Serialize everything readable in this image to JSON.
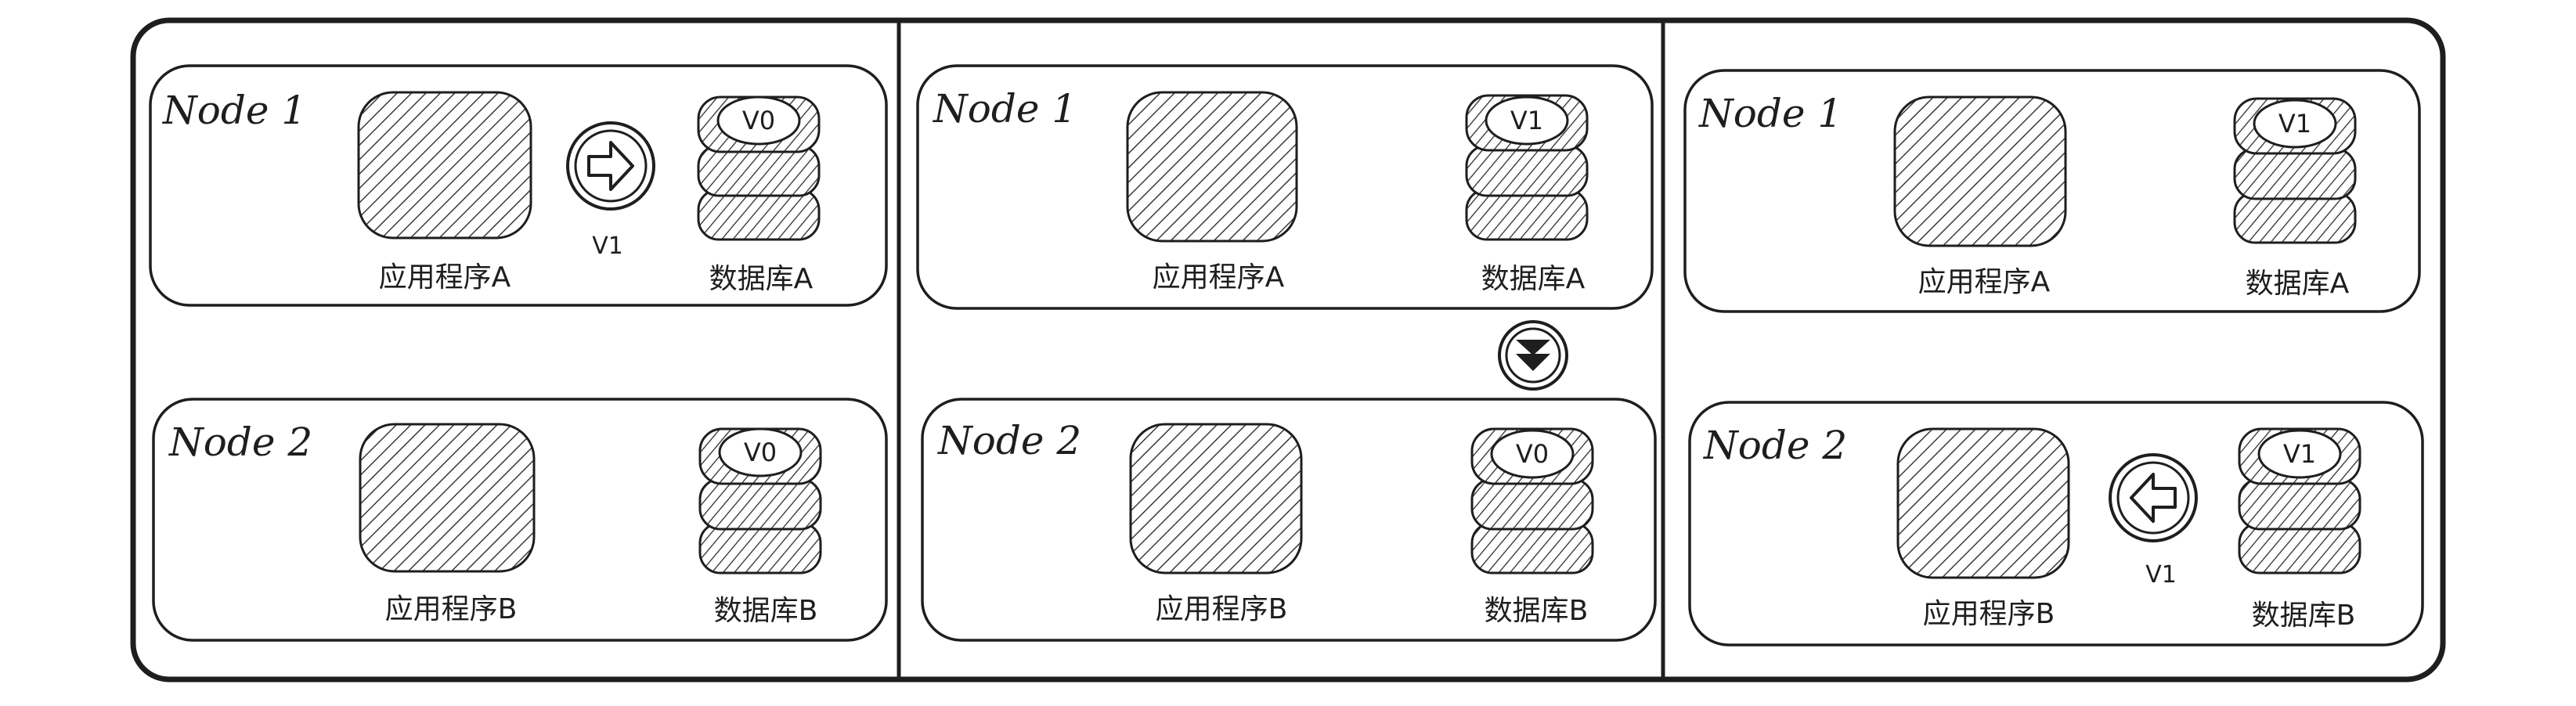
{
  "panels": [
    {
      "node1": {
        "label": "Node 1",
        "app": "应用程序A",
        "db": "数据库A",
        "db_version": "V0"
      },
      "node2": {
        "label": "Node 2",
        "app": "应用程序B",
        "db": "数据库B",
        "db_version": "V0"
      },
      "node1_transfer": {
        "label": "V1",
        "direction": "right"
      }
    },
    {
      "node1": {
        "label": "Node 1",
        "app": "应用程序A",
        "db": "数据库A",
        "db_version": "V1"
      },
      "node2": {
        "label": "Node 2",
        "app": "应用程序B",
        "db": "数据库B",
        "db_version": "V0"
      },
      "between_transfer": {
        "direction": "down"
      }
    },
    {
      "node1": {
        "label": "Node 1",
        "app": "应用程序A",
        "db": "数据库A",
        "db_version": "V1"
      },
      "node2": {
        "label": "Node 2",
        "app": "应用程序B",
        "db": "数据库B",
        "db_version": "V1"
      },
      "node2_transfer": {
        "label": "V1",
        "direction": "left"
      }
    }
  ],
  "colors": {
    "ink": "#1e1e1e",
    "hatch": "#4a4a4a",
    "background": "#ffffff"
  },
  "icons": [
    "application-block-icon",
    "database-stack-icon",
    "arrow-circle-icon",
    "double-chevron-down-icon"
  ]
}
